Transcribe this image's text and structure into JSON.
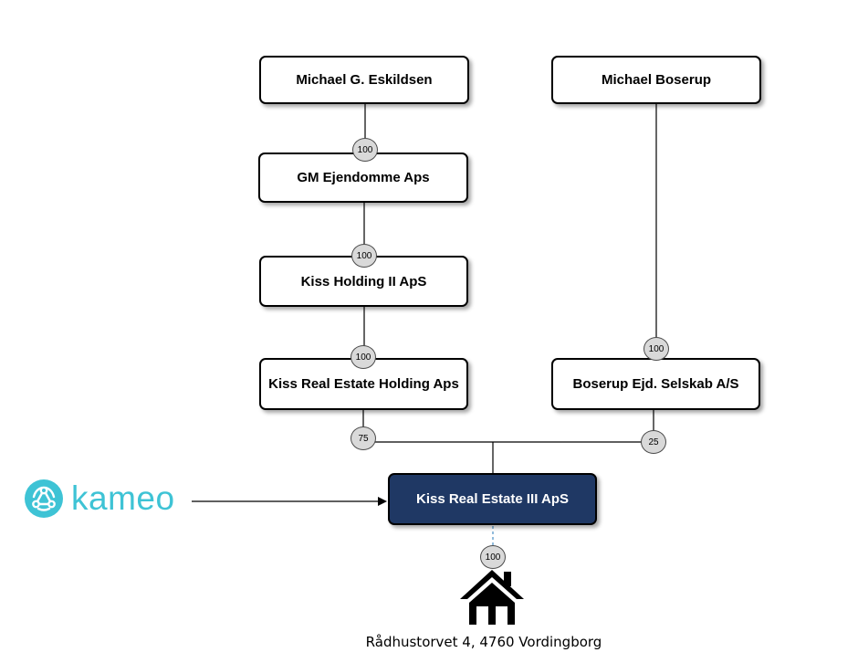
{
  "diagram": {
    "owners": {
      "eskildsen": "Michael G. Eskildsen",
      "boserup": "Michael Boserup"
    },
    "companies": {
      "gm": "GM Ejendomme Aps",
      "kiss_holding_ii": "Kiss Holding II ApS",
      "kiss_re_holding": "Kiss Real Estate Holding Aps",
      "boserup_selskab": "Boserup Ejd. Selskab A/S",
      "target": "Kiss Real Estate III ApS"
    },
    "ownership_pct": {
      "eskildsen_to_gm": "100",
      "gm_to_kiss_holding_ii": "100",
      "kiss_holding_ii_to_re_holding": "100",
      "boserup_to_selskab": "100",
      "re_holding_to_target": "75",
      "selskab_to_target": "25",
      "target_to_property": "100"
    },
    "property": {
      "icon": "house-icon",
      "address": "Rådhustorvet 4, 4760 Vordingborg"
    },
    "brand": {
      "logo_text": "kameo",
      "logo_color": "#3ec3d5",
      "icon": "kameo-logo-icon"
    },
    "colors": {
      "target_fill": "#1f3864",
      "badge_fill": "#d9d9d9"
    }
  }
}
